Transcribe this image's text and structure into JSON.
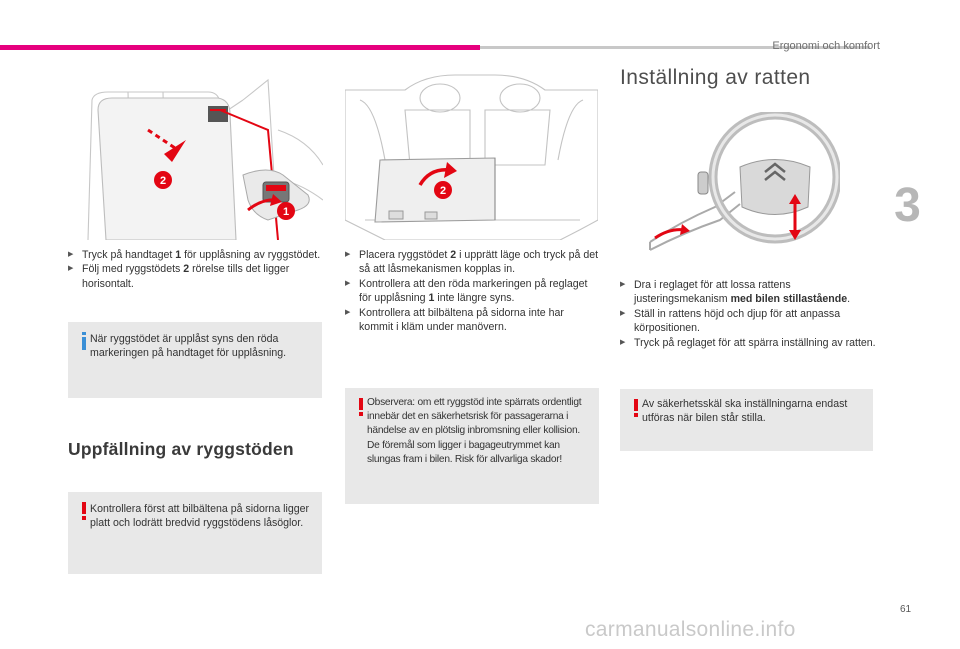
{
  "header": {
    "title": "Ergonomi och komfort",
    "chapter": "3",
    "page_number": "61"
  },
  "watermark": "carmanualsonline.info",
  "col1": {
    "items": [
      {
        "before": "Tryck på handtaget ",
        "num": "1",
        "after": " för upplåsning av ryggstödet."
      },
      {
        "before": "Följ med ryggstödets ",
        "num": "2",
        "after": " rörelse tills det ligger horisontalt."
      }
    ],
    "info": "När ryggstödet är upplåst syns den röda markeringen på handtaget för upplåsning.",
    "heading": "Uppfällning av ryggstöden",
    "warning": "Kontrollera först att bilbältena på sidorna ligger platt och lodrätt bredvid ryggstödens låsöglor."
  },
  "col2": {
    "items": [
      {
        "before": "Placera ryggstödet ",
        "num": "2",
        "after": " i upprätt läge och tryck på det så att låsmekanismen kopplas in."
      },
      {
        "before": "Kontrollera att den röda markeringen på reglaget för upplåsning ",
        "num": "1",
        "after": " inte längre syns."
      },
      {
        "before": "Kontrollera att bilbältena på sidorna inte har kommit i kläm under manövern.",
        "num": "",
        "after": ""
      }
    ],
    "warning_1": "Observera: om ett ryggstöd inte spärrats ordentligt innebär det en säkerhetsrisk för passagerarna i händelse av en plötslig inbromsning eller kollision.",
    "warning_2": "De föremål som ligger i bagageutrymmet kan slungas fram i bilen. Risk för allvarliga skador!"
  },
  "col3": {
    "title": "Inställning av ratten",
    "item1_before": "Dra i reglaget för att lossa rattens justeringsmekanism ",
    "item1_bold": "med bilen stillastående",
    "item1_after": ".",
    "item2": "Ställ in rattens höjd och djup för att anpassa körpositionen.",
    "item3": "Tryck på reglaget för att spärra inställning av ratten.",
    "warning": "Av säkerhetsskäl ska inställningarna endast utföras när bilen står stilla."
  },
  "illustrations": {
    "fig1_label_1": "1",
    "fig1_label_2": "2",
    "fig2_label_2": "2"
  },
  "colors": {
    "accent": "#e6007e",
    "info": "#3a8fd6",
    "warning": "#e30613",
    "box": "#e8e8e8"
  }
}
